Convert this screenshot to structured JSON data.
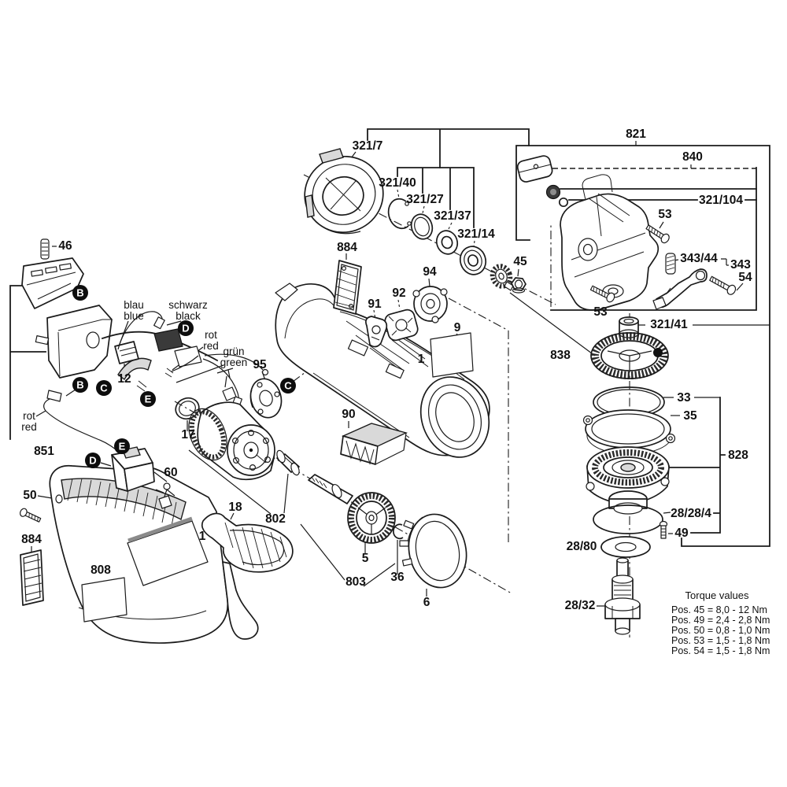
{
  "diagram_type": "exploded-parts-diagram",
  "colors": {
    "line": "#1b1b1b",
    "background": "#ffffff",
    "badge_bg": "#0d0d0d",
    "badge_text": "#ffffff",
    "shade": "#d9d9d9",
    "dark_part": "#3a3a3a"
  },
  "labels": [
    "321/7",
    "321/40",
    "321/27",
    "321/37",
    "321/14",
    "884",
    "94",
    "92",
    "91",
    "9",
    "1",
    "95",
    "90",
    "46",
    "12",
    "17",
    "851",
    "50",
    "60",
    "884",
    "808",
    "1",
    "18",
    "802",
    "803",
    "5",
    "36",
    "6",
    "821",
    "840",
    "321/104",
    "53",
    "45",
    "343/44",
    "343",
    "54",
    "53",
    "838",
    "321/41",
    "33",
    "35",
    "828",
    "28/28/4",
    "49",
    "28/80",
    "28/32"
  ],
  "wire_labels": [
    "blau",
    "blue",
    "schwarz",
    "black",
    "rot",
    "red",
    "grün",
    "green",
    "rot",
    "red"
  ],
  "badges": [
    "B",
    "D",
    "B",
    "C",
    "E",
    "C",
    "E",
    "D"
  ],
  "torque": {
    "title": "Torque values",
    "rows": [
      "Pos.  45 = 8,0 - 12  Nm",
      "Pos.  49 = 2,4 - 2,8 Nm",
      "Pos.  50 = 0,8 - 1,0 Nm",
      "Pos.  53 = 1,5 - 1,8 Nm",
      "Pos.  54 = 1,5 - 1,8 Nm"
    ]
  }
}
